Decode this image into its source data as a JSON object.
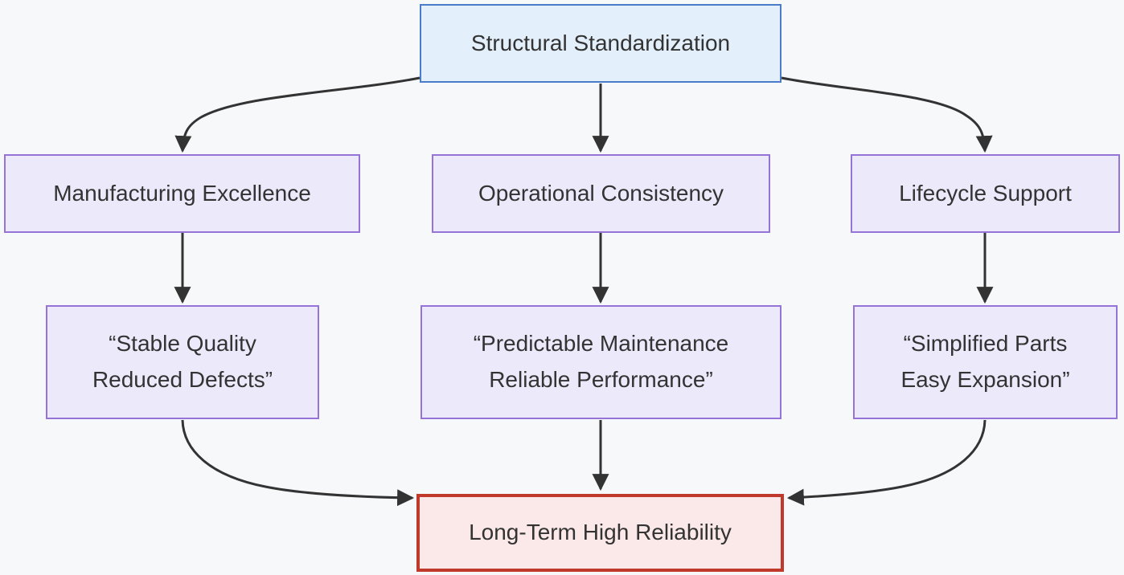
{
  "theme": {
    "canvas_bg": "#f7f8fa",
    "node_text": "#333333",
    "edge_color": "#333333",
    "root_fill": "#e3f0fb",
    "root_border": "#4a7cc9",
    "branch_fill": "#ece9fb",
    "branch_border": "#9673d6",
    "result_fill": "#fbe9e9",
    "result_border": "#c0392b"
  },
  "diagram": {
    "root": {
      "label": "Structural Standardization"
    },
    "branches": [
      {
        "label": "Manufacturing Excellence"
      },
      {
        "label": "Operational Consistency"
      },
      {
        "label": "Lifecycle Support"
      }
    ],
    "quotes": [
      {
        "line1": "“Stable Quality",
        "line2": "Reduced Defects”"
      },
      {
        "line1": "“Predictable Maintenance",
        "line2": "Reliable Performance”"
      },
      {
        "line1": "“Simplified Parts",
        "line2": "Easy Expansion”"
      }
    ],
    "result": {
      "label": "Long-Term High Reliability"
    },
    "edges": [
      {
        "from": "Structural Standardization",
        "to": "Manufacturing Excellence"
      },
      {
        "from": "Structural Standardization",
        "to": "Operational Consistency"
      },
      {
        "from": "Structural Standardization",
        "to": "Lifecycle Support"
      },
      {
        "from": "Manufacturing Excellence",
        "to": "“Stable Quality Reduced Defects”"
      },
      {
        "from": "Operational Consistency",
        "to": "“Predictable Maintenance Reliable Performance”"
      },
      {
        "from": "Lifecycle Support",
        "to": "“Simplified Parts Easy Expansion”"
      },
      {
        "from": "“Stable Quality Reduced Defects”",
        "to": "Long-Term High Reliability"
      },
      {
        "from": "“Predictable Maintenance Reliable Performance”",
        "to": "Long-Term High Reliability"
      },
      {
        "from": "“Simplified Parts Easy Expansion”",
        "to": "Long-Term High Reliability"
      }
    ]
  }
}
